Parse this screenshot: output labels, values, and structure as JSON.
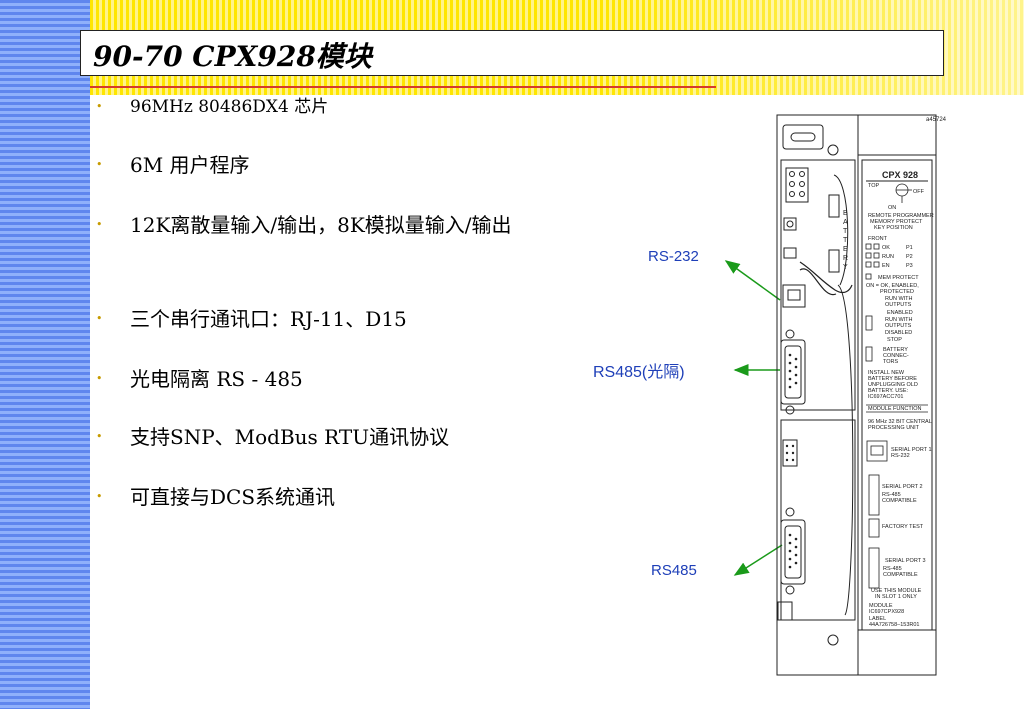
{
  "slide": {
    "title": "90-70 CPX928模块"
  },
  "bullets": [
    {
      "text": "96MHz  80486DX4 芯片"
    },
    {
      "text": "6M 用户程序"
    },
    {
      "text": "12K离散量输入/输出，8K模拟量输入/输出"
    },
    {
      "text": "三个串行通讯口：RJ-11、D15"
    },
    {
      "text": "光电隔离 RS - 485"
    },
    {
      "text": "支持SNP、ModBus RTU通讯协议"
    },
    {
      "text": "可直接与DCS系统通讯"
    }
  ],
  "callouts": {
    "rs232": "RS-232",
    "rs485_isolated": "RS485(光隔)",
    "rs485": "RS485"
  },
  "module_drawing": {
    "figure_id": "a45724",
    "faceplate_title": "CPX 928",
    "key_top": "TOP",
    "key_off": "OFF",
    "key_on": "ON",
    "key_caption": [
      "REMOTE PROGRAMMER",
      "MEMORY PROTECT",
      "KEY POSITION"
    ],
    "battery_label": "BATTERY",
    "front": "FRONT",
    "leds": [
      {
        "left": "OK",
        "right": "P1"
      },
      {
        "left": "RUN",
        "right": "P2"
      },
      {
        "left": "EN",
        "right": "P3"
      }
    ],
    "mem_protect": "MEM PROTECT",
    "on_note": [
      "ON = OK, ENABLED,",
      "PROTECTED"
    ],
    "switch_labels": [
      "RUN WITH",
      "OUTPUTS",
      "ENABLED",
      "RUN WITH",
      "OUTPUTS",
      "DISABLED",
      "STOP"
    ],
    "battery_conn": [
      "BATTERY",
      "CONNEC-",
      "TORS"
    ],
    "install_note": [
      "INSTALL NEW",
      "BATTERY BEFORE",
      "UNPLUGGING OLD",
      "BATTERY. USE:",
      "IC697ACC701"
    ],
    "module_function": "MODULE FUNCTION",
    "function_text": [
      "96 MHz 32 BIT CENTRAL",
      "PROCESSING UNIT"
    ],
    "port1": [
      "SERIAL PORT 1",
      "RS-232"
    ],
    "port2": [
      "SERIAL PORT 2",
      "RS-485",
      "COMPATIBLE"
    ],
    "factory_test": "FACTORY TEST",
    "port3": [
      "SERIAL PORT 3",
      "RS-485",
      "COMPATIBLE"
    ],
    "bottom_note": [
      "USE THIS MODULE",
      "IN SLOT 1 ONLY",
      "MODULE",
      "IC697CPX928",
      "LABEL",
      "44A726758–153R01"
    ],
    "colors": {
      "arrow": "#1a9a1a",
      "callout": "#1e3fb8",
      "bullet": "#c79b00",
      "rule": "#d63a2b"
    }
  }
}
